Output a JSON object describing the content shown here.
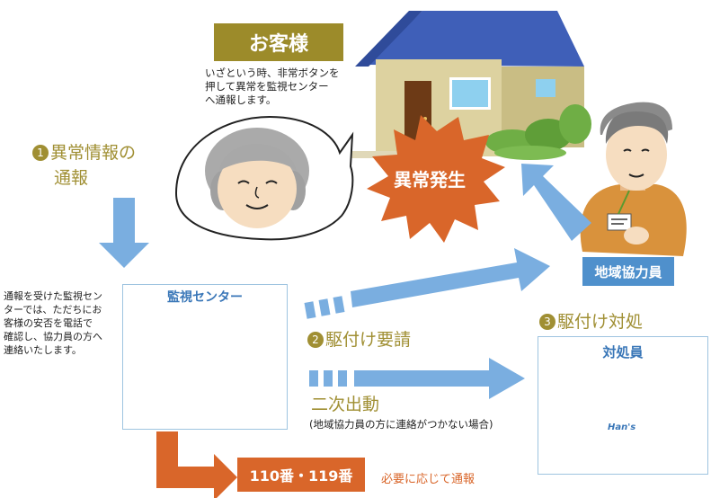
{
  "customer": {
    "title": "お客様",
    "description_lines": [
      "いざという時、非常ボタンを",
      "押して異常を監視センター",
      "へ通報します。"
    ]
  },
  "alert": {
    "label": "異常発生"
  },
  "steps": {
    "step1": {
      "number": "1",
      "line1": "異常情報の",
      "line2": "通報"
    },
    "step2": {
      "number": "2",
      "label": "駆付け要請"
    },
    "step3": {
      "number": "3",
      "label": "駆付け対処"
    }
  },
  "monitoring_center": {
    "title": "監視センター",
    "description_lines": [
      "通報を受けた監視セン",
      "ターでは、ただちにお",
      "客様の安否を電話で",
      "確認し、協力員の方へ",
      "連絡いたします。"
    ]
  },
  "local_helper": {
    "label": "地域協力員"
  },
  "responder": {
    "title": "対処員",
    "car_text": "Han's"
  },
  "secondary_dispatch": {
    "label": "二次出動",
    "note": "(地域協力員の方に連絡がつかない場合)"
  },
  "emergency": {
    "label": "110番・119番",
    "note": "必要に応じて通報"
  },
  "colors": {
    "olive": "#9c8b2a",
    "blue_arrow": "#7aaee0",
    "blue_badge": "#4f90cc",
    "orange": "#d9662a",
    "panel_border": "#9ec4e0"
  }
}
